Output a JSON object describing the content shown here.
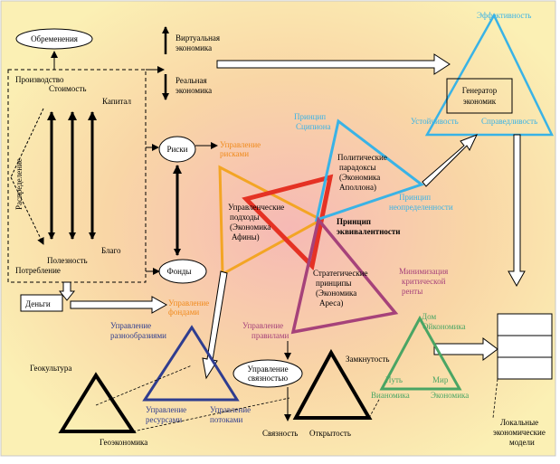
{
  "labels": {
    "obremeneniya": "Обременения",
    "virtualnaya_1": "Виртуальная",
    "virtualnaya_2": "экономика",
    "realnaya_1": "Реальная",
    "realnaya_2": "экономика",
    "proizvodstvo": "Производство",
    "stoimost": "Стоимость",
    "kapital": "Капитал",
    "raspredelenie": "Распределение",
    "blago": "Благо",
    "poleznost": "Полезность",
    "potreblenie": "Потребление",
    "riski": "Риски",
    "fondy": "Фонды",
    "dengi": "Деньги",
    "upr_riskami_1": "Управление",
    "upr_riskami_2": "рисками",
    "upr_fondami_1": "Управление",
    "upr_fondami_2": "фондами",
    "effektivnost": "Эффективность",
    "generator_1": "Генератор",
    "generator_2": "экономик",
    "ustoychivost": "Устойчивость",
    "spravedlivost": "Справедливость",
    "princip_scipiona_1": "Принцип",
    "princip_scipiona_2": "Сципиона",
    "polit_1": "Политические",
    "polit_2": "парадоксы",
    "polit_3": "(Экономика",
    "polit_4": "Аполлона)",
    "princip_neopr_1": "Принцип",
    "princip_neopr_2": "неопределенности",
    "upr_podhody_1": "Управленческие",
    "upr_podhody_2": "подходы",
    "upr_podhody_3": "(Экономика",
    "upr_podhody_4": "Афины)",
    "princip_ekv_1": "Принцип",
    "princip_ekv_2": "эквивалентности",
    "strateg_1": "Стратегические",
    "strateg_2": "принципы",
    "strateg_3": "(Экономика",
    "strateg_4": "Ареса)",
    "minimiz_1": "Минимизация",
    "minimiz_2": "критической",
    "minimiz_3": "ренты",
    "upr_raznoobr_1": "Управление",
    "upr_raznoobr_2": "разнообразиями",
    "upr_pravilami_1": "Управление",
    "upr_pravilami_2": "правилами",
    "dom_1": "Дом",
    "dom_2": "Ойкономика",
    "geokultura": "Геокультура",
    "upr_svyaznostyu_1": "Управление",
    "upr_svyaznostyu_2": "связностью",
    "zamknutost": "Замкнутость",
    "put": "Путь",
    "mir": "Мир",
    "vianomika": "Вианомика",
    "ekonomika": "Экономика",
    "upr_resursami_1": "Управление",
    "upr_resursami_2": "ресурсами",
    "upr_potokami_1": "Управление",
    "upr_potokami_2": "потоками",
    "geoekonomika": "Геоэкономика",
    "svyaznost": "Связность",
    "otkrytost": "Открытость",
    "lokalnye_1": "Локальные",
    "lokalnye_2": "экономические",
    "lokalnye_3": "модели"
  },
  "colors": {
    "orange_text": "#f08a1c",
    "cyan": "#39b3e6",
    "red": "#e53224",
    "purple": "#a6427a",
    "blue_dark": "#2f3d8f",
    "green": "#4aa564",
    "black": "#000000"
  }
}
